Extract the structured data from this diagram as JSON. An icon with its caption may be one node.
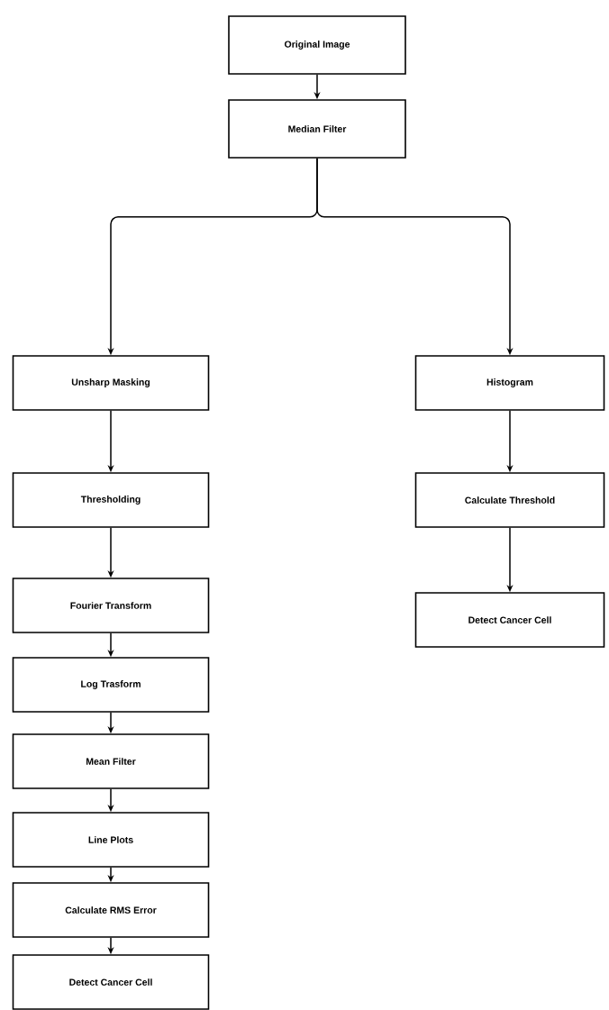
{
  "diagram": {
    "nodes": [
      {
        "text": [
          "Original Image"
        ]
      },
      {
        "text": [
          "Median Filter"
        ]
      },
      {
        "text": [
          "Unsharp Masking"
        ]
      },
      {
        "text": [
          "Histogram"
        ]
      },
      {
        "text": [
          "Thresholding"
        ]
      },
      {
        "text": [
          "Calculate Threshold"
        ]
      },
      {
        "text": [
          "Fourier Transform"
        ]
      },
      {
        "text": [
          "Detect Cancer Cell"
        ]
      },
      {
        "text": [
          "Log Trasform"
        ]
      },
      {
        "text": [
          "Mean Filter"
        ]
      },
      {
        "text": [
          "Line Plots"
        ]
      },
      {
        "text": [
          "Calculate RMS Error"
        ]
      },
      {
        "text": [
          "Detect Cancer Cell"
        ]
      }
    ],
    "edges": [
      {
        "from": 0,
        "to": 1,
        "arrow": "to"
      },
      {
        "from": 1,
        "to": 2,
        "arrow": "to"
      },
      {
        "from": 1,
        "to": 3,
        "arrow": "to"
      },
      {
        "from": 2,
        "to": 4,
        "arrow": "to"
      },
      {
        "from": 3,
        "to": 5,
        "arrow": "to"
      },
      {
        "from": 4,
        "to": 6,
        "arrow": "to"
      },
      {
        "from": 5,
        "to": 7,
        "arrow": "to"
      },
      {
        "from": 6,
        "to": 8,
        "arrow": "to"
      },
      {
        "from": 8,
        "to": 9,
        "arrow": "to"
      },
      {
        "from": 9,
        "to": 10,
        "arrow": "to"
      },
      {
        "from": 10,
        "to": 11,
        "arrow": "to"
      },
      {
        "from": 11,
        "to": 12,
        "arrow": "to"
      }
    ]
  }
}
